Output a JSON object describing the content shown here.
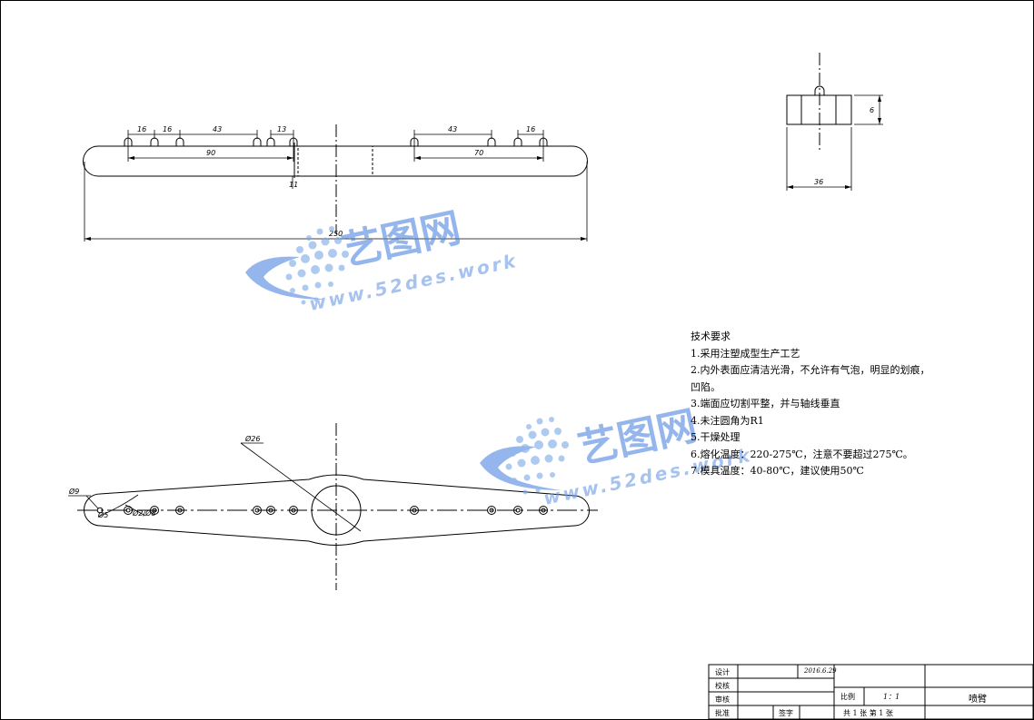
{
  "dims": {
    "top_16_a": "16",
    "top_16_b": "16",
    "top_43_a": "43",
    "top_13": "13",
    "top_90": "90",
    "top_43_b": "43",
    "top_16_c": "16",
    "top_70": "70",
    "top_thick": "11",
    "top_250": "250",
    "side_h": "6",
    "side_w": "36",
    "bot_phi26": "Ø26",
    "bot_phi9": "Ø9",
    "bot_phi5": "Ø5",
    "bot_holes": "Ø2/Ø8"
  },
  "watermark": {
    "brand": "艺图网",
    "url": "www.52des.work",
    "url_cut": "www.52des.work"
  },
  "requirements": {
    "title": "技术要求",
    "items": [
      "1.采用注塑成型生产工艺",
      "2.内外表面应清洁光滑，不允许有气泡，明显的划痕，",
      "凹陷。",
      "3.端面应切割平整，并与轴线垂直",
      "4.未注圆角为R1",
      "5.干燥处理",
      "6.熔化温度：220-275℃，注意不要超过275℃。",
      "7.模具温度：40-80℃，建议使用50℃"
    ]
  },
  "title_block": {
    "design": "设计",
    "check": "校核",
    "review": "审核",
    "approve": "批准",
    "date": "2016.6.29",
    "scale_label": "比例",
    "scale": "1：1",
    "part_name": "喷臂",
    "sheet_info": "共 1 张  第 1 张",
    "signature": "签字"
  }
}
